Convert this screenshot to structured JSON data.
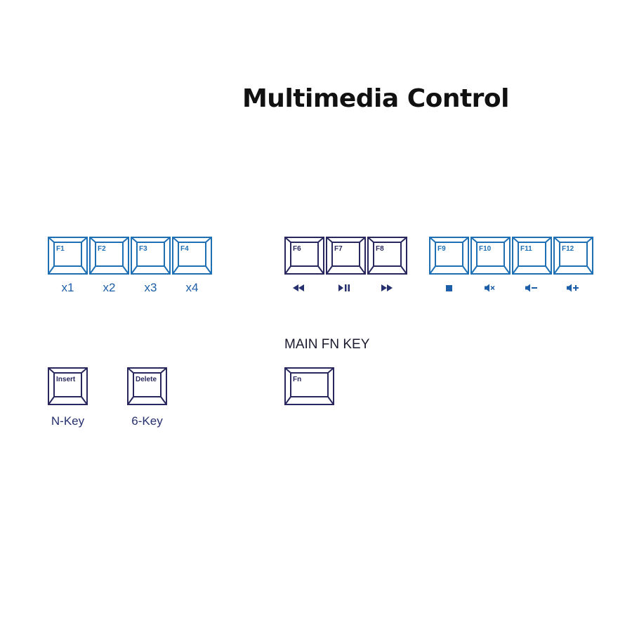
{
  "title": "Multimedia Control",
  "colors": {
    "light_blue": "#1e6fb4",
    "dark_navy": "#28285f",
    "caption_blue": "#1c5ea8",
    "caption_navy": "#26306e"
  },
  "fn_speed_keys": [
    {
      "key": "F1",
      "caption": "x1"
    },
    {
      "key": "F2",
      "caption": "x2"
    },
    {
      "key": "F3",
      "caption": "x3"
    },
    {
      "key": "F4",
      "caption": "x4"
    }
  ],
  "media_playback_keys": [
    {
      "key": "F6",
      "icon": "rewind-icon"
    },
    {
      "key": "F7",
      "icon": "play-pause-icon"
    },
    {
      "key": "F8",
      "icon": "fast-forward-icon"
    }
  ],
  "media_volume_keys": [
    {
      "key": "F9",
      "icon": "stop-icon"
    },
    {
      "key": "F10",
      "icon": "mute-icon"
    },
    {
      "key": "F11",
      "icon": "volume-down-icon"
    },
    {
      "key": "F12",
      "icon": "volume-up-icon"
    }
  ],
  "rollover_keys": [
    {
      "key": "Insert",
      "caption": "N-Key"
    },
    {
      "key": "Delete",
      "caption": "6-Key"
    }
  ],
  "main_fn": {
    "label": "MAIN FN KEY",
    "key": "Fn"
  }
}
